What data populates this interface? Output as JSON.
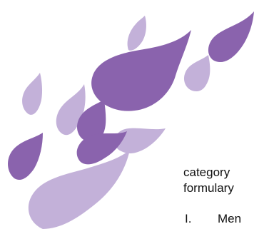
{
  "graphic": {
    "icon": "purple-splash-drops-icon",
    "colors": {
      "dark": "#8a63ad",
      "light": "#c3b1d9"
    }
  },
  "body": {
    "line_1": "category",
    "line_2": "formulary"
  },
  "list": {
    "marker": "I.",
    "item_text": "Men"
  }
}
